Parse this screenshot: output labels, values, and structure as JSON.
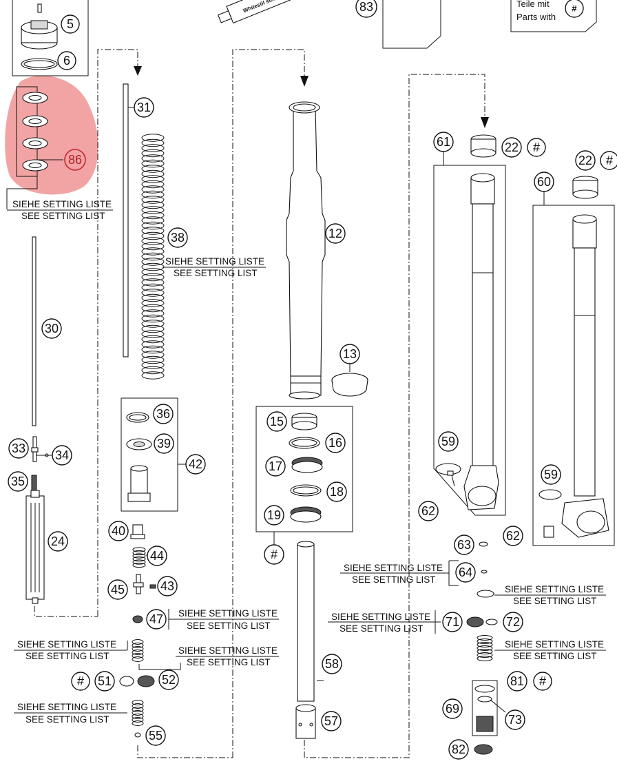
{
  "highlight_color": "#e85a5a",
  "setting_note": {
    "de": "SIEHE SETTING LISTE",
    "en": "SEE SETTING LIST"
  },
  "info_box": {
    "line1": "Teile mit",
    "line2": "Parts with",
    "symbol": "#"
  },
  "tube_label": "Whitesöl silicone grease",
  "callouts": {
    "c5": "5",
    "c6": "6",
    "c83": "83",
    "c86": "86",
    "c31": "31",
    "c38": "38",
    "c12": "12",
    "c13": "13",
    "c61": "61",
    "c22a": "22",
    "c22b": "22",
    "c60": "60",
    "c30": "30",
    "c33": "33",
    "c34": "34",
    "c35": "35",
    "c24": "24",
    "c36": "36",
    "c39": "39",
    "c42": "42",
    "c15": "15",
    "c16": "16",
    "c17": "17",
    "c18": "18",
    "c19": "19",
    "c59a": "59",
    "c59b": "59",
    "c62a": "62",
    "c62b": "62",
    "c63": "63",
    "c64": "64",
    "c71": "71",
    "c72": "72",
    "c81": "81",
    "c69": "69",
    "c73": "73",
    "c82": "82",
    "c40": "40",
    "c44": "44",
    "c45": "45",
    "c43": "43",
    "c47": "47",
    "c51": "51",
    "c52": "52",
    "c55": "55",
    "c58": "58",
    "c57": "57",
    "h22a": "#",
    "h22b": "#",
    "h19": "#",
    "h51": "#",
    "h81": "#"
  }
}
